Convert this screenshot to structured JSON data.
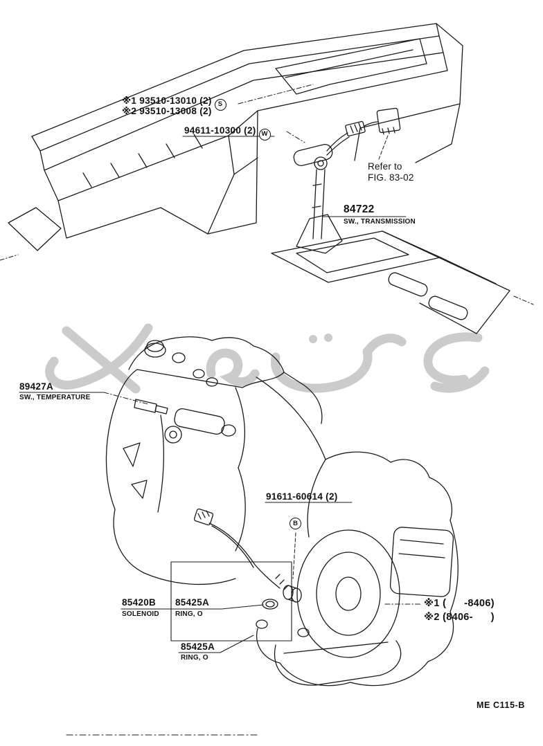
{
  "colors": {
    "ink": "#1a1a1a",
    "watermark": "#c3c3c3"
  },
  "labels": {
    "clip1": {
      "text": "※1 93510-13010 (2)",
      "badge": "S"
    },
    "clip2": {
      "text": "※2 93510-13008 (2)"
    },
    "clamp": {
      "text": "94611-10300 (2)",
      "badge": "W"
    },
    "refer": {
      "line1": "Refer to",
      "line2": "FIG. 83-02"
    },
    "trans_switch": {
      "number": "84722",
      "desc": "SW., TRANSMISSION"
    },
    "temp_switch": {
      "number": "89427A",
      "desc": "SW., TEMPERATURE"
    },
    "bolt": {
      "text": "91611-60614 (2)",
      "badge": "B"
    },
    "solenoid": {
      "number": "85420B",
      "desc": "SOLENOID"
    },
    "oring1": {
      "number": "85425A",
      "desc": "RING, O"
    },
    "oring2": {
      "number": "85425A",
      "desc": "RING, O"
    }
  },
  "notes": {
    "note1": "※1 (      -8406)",
    "note2": "※2 (8406-      )"
  },
  "footer": {
    "code": "ME C115-B"
  }
}
